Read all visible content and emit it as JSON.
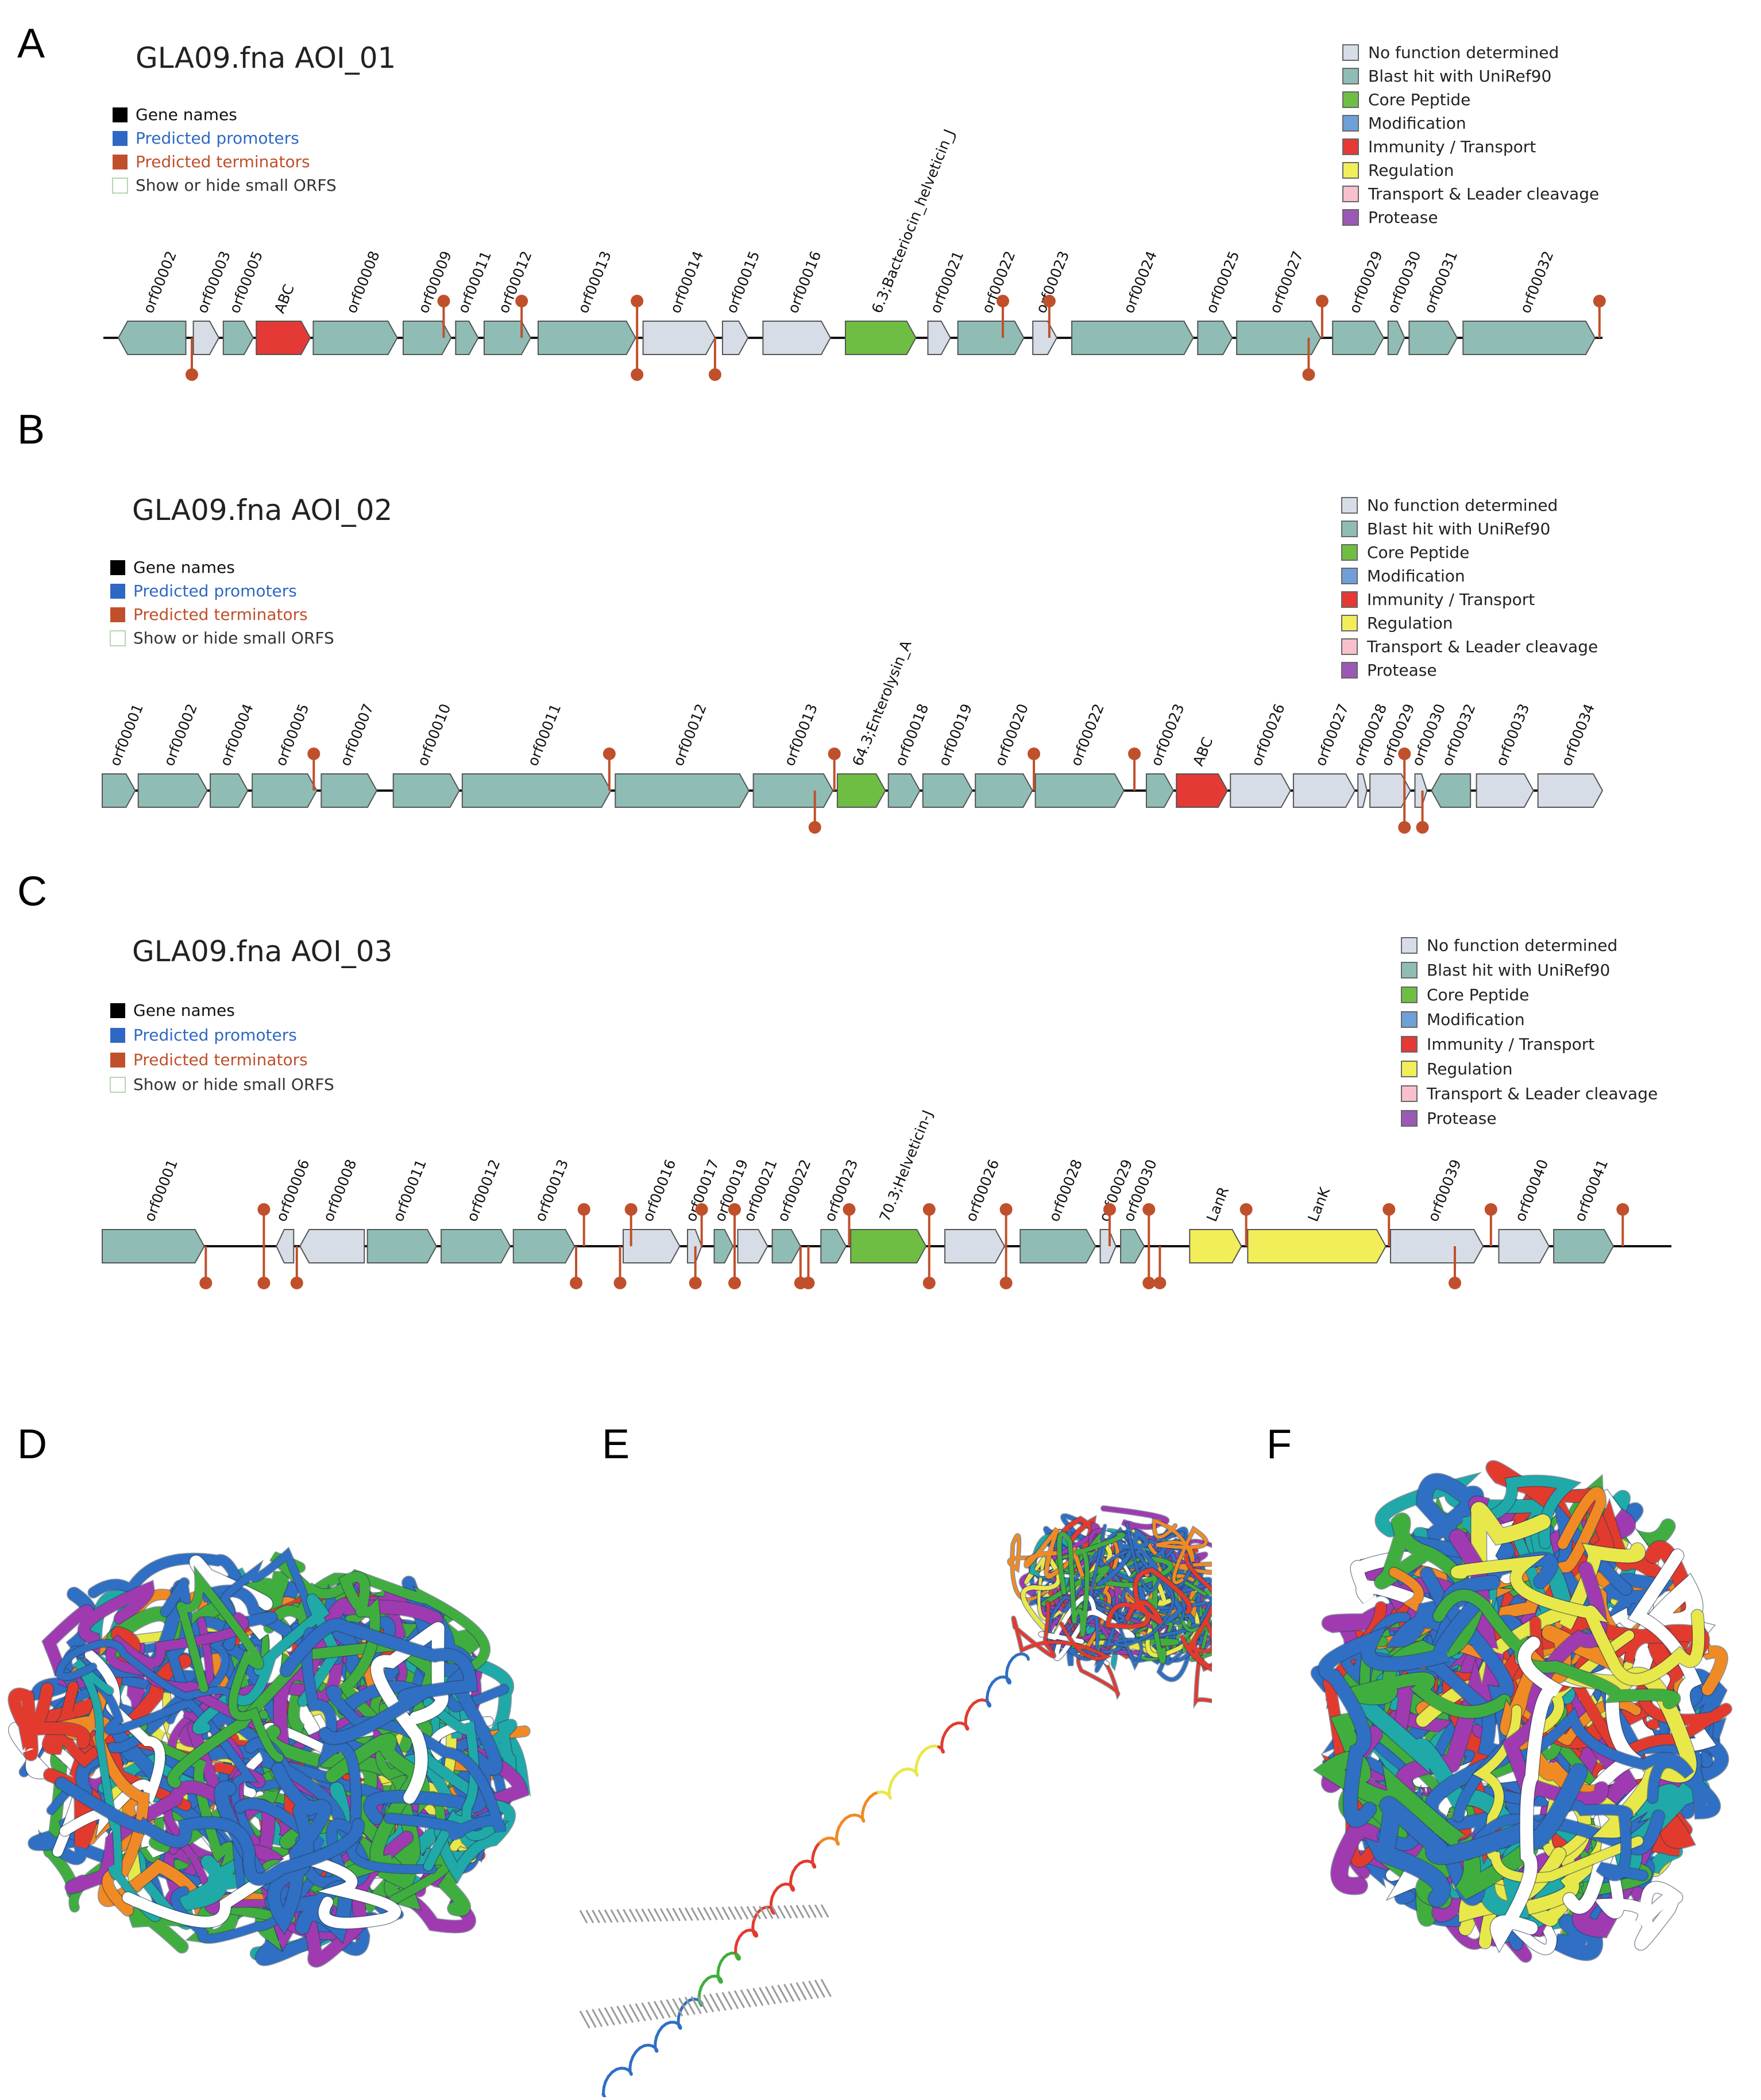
{
  "colors": {
    "none": "#d6dde6",
    "blast": "#8fbdb6",
    "core": "#6fbe44",
    "modification": "#6f9fd8",
    "immunity": "#e53935",
    "regulation": "#f2ee5a",
    "leader": "#f7c0cc",
    "protease": "#9b59b6",
    "terminator": "#c0502b",
    "promoter": "#2f68c4",
    "outline": "#555555"
  },
  "function_legend": [
    {
      "label": "No function determined",
      "color_key": "none"
    },
    {
      "label": "Blast hit with UniRef90",
      "color_key": "blast"
    },
    {
      "label": "Core Peptide",
      "color_key": "core"
    },
    {
      "label": "Modification",
      "color_key": "modification"
    },
    {
      "label": "Immunity / Transport",
      "color_key": "immunity"
    },
    {
      "label": "Regulation",
      "color_key": "regulation"
    },
    {
      "label": "Transport & Leader cleavage",
      "color_key": "leader"
    },
    {
      "label": "Protease",
      "color_key": "protease"
    }
  ],
  "toggle_legend": [
    {
      "label": "Gene names",
      "swatch": "#000000",
      "text_color": "#111111",
      "outline": false
    },
    {
      "label": "Predicted promoters",
      "swatch": "#2f68c4",
      "text_color": "#2f68c4",
      "outline": false
    },
    {
      "label": "Predicted terminators",
      "swatch": "#c0502b",
      "text_color": "#c0502b",
      "outline": false
    },
    {
      "label": "Show or hide small ORFS",
      "swatch": "#ffffff",
      "text_color": "#333333",
      "outline": true
    }
  ],
  "structure_labels": [
    "D",
    "E",
    "F"
  ],
  "panels": [
    {
      "letter": "A",
      "title": "GLA09.fna AOI_01",
      "genes": [
        {
          "name": "orf00002",
          "f": 0.01,
          "t": 0.055,
          "c": "blast",
          "d": -1
        },
        {
          "name": "orf00003",
          "f": 0.06,
          "t": 0.077,
          "c": "none",
          "d": 1
        },
        {
          "name": "orf00005",
          "f": 0.08,
          "t": 0.1,
          "c": "blast",
          "d": 1
        },
        {
          "name": "ABC",
          "f": 0.102,
          "t": 0.138,
          "c": "immunity",
          "d": 1
        },
        {
          "name": "orf00008",
          "f": 0.14,
          "t": 0.196,
          "c": "blast",
          "d": 1
        },
        {
          "name": "orf00009",
          "f": 0.2,
          "t": 0.232,
          "c": "blast",
          "d": 1
        },
        {
          "name": "orf00011",
          "f": 0.235,
          "t": 0.25,
          "c": "blast",
          "d": 1
        },
        {
          "name": "orf00012",
          "f": 0.254,
          "t": 0.285,
          "c": "blast",
          "d": 1
        },
        {
          "name": "orf00013",
          "f": 0.29,
          "t": 0.355,
          "c": "blast",
          "d": 1
        },
        {
          "name": "orf00014",
          "f": 0.36,
          "t": 0.408,
          "c": "none",
          "d": 1
        },
        {
          "name": "orf00015",
          "f": 0.413,
          "t": 0.43,
          "c": "none",
          "d": 1
        },
        {
          "name": "orf00016",
          "f": 0.44,
          "t": 0.485,
          "c": "none",
          "d": 1
        },
        {
          "name": "6.3;Bacteriocin_helveticin_J",
          "f": 0.495,
          "t": 0.542,
          "c": "core",
          "d": 1
        },
        {
          "name": "orf00021",
          "f": 0.55,
          "t": 0.565,
          "c": "none",
          "d": 1
        },
        {
          "name": "orf00022",
          "f": 0.57,
          "t": 0.614,
          "c": "blast",
          "d": 1
        },
        {
          "name": "orf00023",
          "f": 0.62,
          "t": 0.636,
          "c": "none",
          "d": 1
        },
        {
          "name": "orf00024",
          "f": 0.646,
          "t": 0.727,
          "c": "blast",
          "d": 1
        },
        {
          "name": "orf00025",
          "f": 0.73,
          "t": 0.753,
          "c": "blast",
          "d": 1
        },
        {
          "name": "orf00027",
          "f": 0.756,
          "t": 0.812,
          "c": "blast",
          "d": 1
        },
        {
          "name": "orf00029",
          "f": 0.82,
          "t": 0.854,
          "c": "blast",
          "d": 1
        },
        {
          "name": "orf00030",
          "f": 0.857,
          "t": 0.868,
          "c": "blast",
          "d": 1
        },
        {
          "name": "orf00031",
          "f": 0.871,
          "t": 0.903,
          "c": "blast",
          "d": 1
        },
        {
          "name": "orf00032",
          "f": 0.907,
          "t": 0.995,
          "c": "blast",
          "d": 1
        }
      ],
      "terminators": [
        {
          "f": 0.059,
          "s": "down"
        },
        {
          "f": 0.227,
          "s": "up"
        },
        {
          "f": 0.279,
          "s": "up"
        },
        {
          "f": 0.356,
          "s": "up"
        },
        {
          "f": 0.356,
          "s": "down"
        },
        {
          "f": 0.408,
          "s": "down"
        },
        {
          "f": 0.6,
          "s": "up"
        },
        {
          "f": 0.631,
          "s": "up"
        },
        {
          "f": 0.804,
          "s": "down"
        },
        {
          "f": 0.813,
          "s": "up"
        },
        {
          "f": 0.998,
          "s": "up"
        }
      ]
    },
    {
      "letter": "B",
      "title": "GLA09.fna AOI_02",
      "genes": [
        {
          "name": "orf00001",
          "f": 0.0,
          "t": 0.022,
          "c": "blast",
          "d": 1
        },
        {
          "name": "orf00002",
          "f": 0.024,
          "t": 0.07,
          "c": "blast",
          "d": 1
        },
        {
          "name": "orf00004",
          "f": 0.072,
          "t": 0.097,
          "c": "blast",
          "d": 1
        },
        {
          "name": "orf00005",
          "f": 0.1,
          "t": 0.143,
          "c": "blast",
          "d": 1
        },
        {
          "name": "orf00007",
          "f": 0.146,
          "t": 0.183,
          "c": "blast",
          "d": 1
        },
        {
          "name": "orf00010",
          "f": 0.194,
          "t": 0.238,
          "c": "blast",
          "d": 1
        },
        {
          "name": "orf00011",
          "f": 0.24,
          "t": 0.339,
          "c": "blast",
          "d": 1
        },
        {
          "name": "orf00012",
          "f": 0.342,
          "t": 0.431,
          "c": "blast",
          "d": 1
        },
        {
          "name": "orf00013",
          "f": 0.434,
          "t": 0.487,
          "c": "blast",
          "d": 1
        },
        {
          "name": "64.3;Enterolysin_A",
          "f": 0.49,
          "t": 0.522,
          "c": "core",
          "d": 1
        },
        {
          "name": "orf00018",
          "f": 0.524,
          "t": 0.545,
          "c": "blast",
          "d": 1
        },
        {
          "name": "orf00019",
          "f": 0.547,
          "t": 0.58,
          "c": "blast",
          "d": 1
        },
        {
          "name": "orf00020",
          "f": 0.582,
          "t": 0.62,
          "c": "blast",
          "d": 1
        },
        {
          "name": "orf00022",
          "f": 0.622,
          "t": 0.681,
          "c": "blast",
          "d": 1
        },
        {
          "name": "orf00023",
          "f": 0.696,
          "t": 0.714,
          "c": "blast",
          "d": 1
        },
        {
          "name": "ABC",
          "f": 0.716,
          "t": 0.75,
          "c": "immunity",
          "d": 1
        },
        {
          "name": "orf00026",
          "f": 0.752,
          "t": 0.792,
          "c": "none",
          "d": 1
        },
        {
          "name": "orf00027",
          "f": 0.794,
          "t": 0.835,
          "c": "none",
          "d": 1
        },
        {
          "name": "orf00028",
          "f": 0.837,
          "t": 0.843,
          "c": "none",
          "d": 1
        },
        {
          "name": "orf00029",
          "f": 0.845,
          "t": 0.872,
          "c": "none",
          "d": 1
        },
        {
          "name": "orf00030",
          "f": 0.875,
          "t": 0.883,
          "c": "none",
          "d": 1
        },
        {
          "name": "orf00032",
          "f": 0.886,
          "t": 0.912,
          "c": "blast",
          "d": -1
        },
        {
          "name": "orf00033",
          "f": 0.916,
          "t": 0.954,
          "c": "none",
          "d": 1
        },
        {
          "name": "orf00034",
          "f": 0.957,
          "t": 1.0,
          "c": "none",
          "d": 1
        }
      ],
      "terminators": [
        {
          "f": 0.141,
          "s": "up"
        },
        {
          "f": 0.338,
          "s": "up"
        },
        {
          "f": 0.475,
          "s": "down"
        },
        {
          "f": 0.488,
          "s": "up"
        },
        {
          "f": 0.621,
          "s": "up"
        },
        {
          "f": 0.688,
          "s": "up"
        },
        {
          "f": 0.868,
          "s": "up"
        },
        {
          "f": 0.868,
          "s": "down"
        },
        {
          "f": 0.88,
          "s": "down"
        }
      ]
    },
    {
      "letter": "C",
      "title": "GLA09.fna AOI_03",
      "genes": [
        {
          "name": "orf00001",
          "f": 0.0,
          "t": 0.065,
          "c": "blast",
          "d": 1
        },
        {
          "name": "orf00006",
          "f": 0.111,
          "t": 0.122,
          "c": "none",
          "d": -1
        },
        {
          "name": "orf00008",
          "f": 0.126,
          "t": 0.167,
          "c": "none",
          "d": -1
        },
        {
          "name": "orf00011",
          "f": 0.169,
          "t": 0.213,
          "c": "blast",
          "d": 1
        },
        {
          "name": "orf00012",
          "f": 0.216,
          "t": 0.26,
          "c": "blast",
          "d": 1
        },
        {
          "name": "orf00013",
          "f": 0.262,
          "t": 0.301,
          "c": "blast",
          "d": 1
        },
        {
          "name": "orf00016",
          "f": 0.332,
          "t": 0.368,
          "c": "none",
          "d": 1
        },
        {
          "name": "orf00017",
          "f": 0.373,
          "t": 0.382,
          "c": "none",
          "d": 1
        },
        {
          "name": "orf00019",
          "f": 0.39,
          "t": 0.402,
          "c": "blast",
          "d": 1
        },
        {
          "name": "orf00021",
          "f": 0.405,
          "t": 0.424,
          "c": "none",
          "d": 1
        },
        {
          "name": "orf00022",
          "f": 0.427,
          "t": 0.445,
          "c": "blast",
          "d": 1
        },
        {
          "name": "orf00023",
          "f": 0.458,
          "t": 0.474,
          "c": "blast",
          "d": 1
        },
        {
          "name": "70.3;Helveticin-J",
          "f": 0.477,
          "t": 0.525,
          "c": "core",
          "d": 1
        },
        {
          "name": "orf00026",
          "f": 0.537,
          "t": 0.575,
          "c": "none",
          "d": 1
        },
        {
          "name": "orf00028",
          "f": 0.585,
          "t": 0.633,
          "c": "blast",
          "d": 1
        },
        {
          "name": "orf00029",
          "f": 0.636,
          "t": 0.646,
          "c": "none",
          "d": 1
        },
        {
          "name": "orf00030",
          "f": 0.649,
          "t": 0.664,
          "c": "blast",
          "d": 1
        },
        {
          "name": "LanR",
          "f": 0.693,
          "t": 0.726,
          "c": "regulation",
          "d": 1
        },
        {
          "name": "LanK",
          "f": 0.73,
          "t": 0.818,
          "c": "regulation",
          "d": 1
        },
        {
          "name": "orf00039",
          "f": 0.821,
          "t": 0.88,
          "c": "none",
          "d": 1
        },
        {
          "name": "orf00040",
          "f": 0.89,
          "t": 0.922,
          "c": "none",
          "d": 1
        },
        {
          "name": "orf00041",
          "f": 0.925,
          "t": 0.963,
          "c": "blast",
          "d": 1
        }
      ],
      "terminators": [
        {
          "f": 0.066,
          "s": "down"
        },
        {
          "f": 0.103,
          "s": "up"
        },
        {
          "f": 0.103,
          "s": "down"
        },
        {
          "f": 0.124,
          "s": "down"
        },
        {
          "f": 0.302,
          "s": "down"
        },
        {
          "f": 0.307,
          "s": "up"
        },
        {
          "f": 0.33,
          "s": "down"
        },
        {
          "f": 0.337,
          "s": "up"
        },
        {
          "f": 0.378,
          "s": "down"
        },
        {
          "f": 0.382,
          "s": "up"
        },
        {
          "f": 0.403,
          "s": "up"
        },
        {
          "f": 0.403,
          "s": "down"
        },
        {
          "f": 0.445,
          "s": "down"
        },
        {
          "f": 0.45,
          "s": "down"
        },
        {
          "f": 0.476,
          "s": "up"
        },
        {
          "f": 0.527,
          "s": "up"
        },
        {
          "f": 0.527,
          "s": "down"
        },
        {
          "f": 0.576,
          "s": "up"
        },
        {
          "f": 0.576,
          "s": "down"
        },
        {
          "f": 0.642,
          "s": "up"
        },
        {
          "f": 0.667,
          "s": "up"
        },
        {
          "f": 0.667,
          "s": "down"
        },
        {
          "f": 0.674,
          "s": "down"
        },
        {
          "f": 0.729,
          "s": "up"
        },
        {
          "f": 0.82,
          "s": "up"
        },
        {
          "f": 0.862,
          "s": "down"
        },
        {
          "f": 0.885,
          "s": "up"
        },
        {
          "f": 0.969,
          "s": "up"
        }
      ]
    }
  ]
}
